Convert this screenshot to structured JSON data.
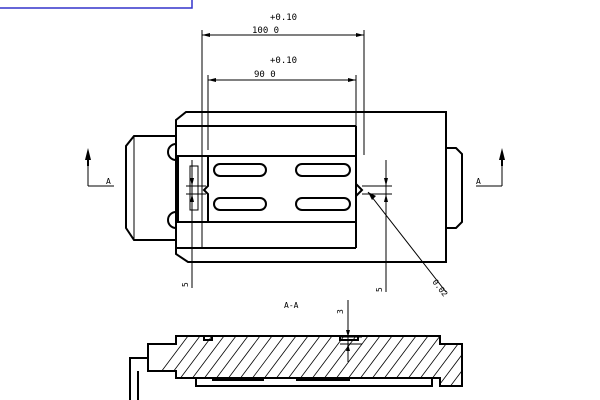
{
  "dimensions": {
    "top_tolerance": "+0.10",
    "top_nominal": "100  0",
    "inner_tolerance": "+0.10",
    "inner_nominal": "90  0",
    "left_vertical": "5",
    "right_vertical": "5",
    "radius_callout": "0.02",
    "section_depth": "3"
  },
  "labels": {
    "view_left": "A",
    "view_right": "A",
    "section_title": "A-A"
  },
  "colors": {
    "frame_border": "#3333cc",
    "line": "#000000"
  }
}
